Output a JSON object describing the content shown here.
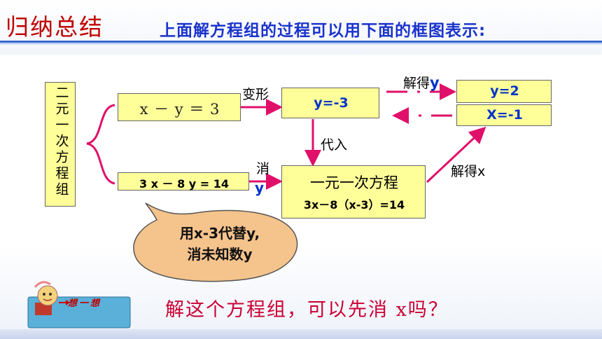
{
  "header": {
    "title": "归纳总结",
    "subtitle": "上面解方程组的过程可以用下面的框图表示:"
  },
  "diagram": {
    "system_label": "二元一次方程组",
    "eq1": "x － y ＝ 3",
    "eq2": "3 x － 8 y = 14",
    "transform_label": "变形",
    "transform_result": "y=-3",
    "substitute_label": "代入",
    "eliminate_label": "消",
    "eliminate_var": "y",
    "linear_eq_title": "一元一次方程",
    "linear_eq": "3x－8（x-3）=14",
    "solve_x_label": "解得x",
    "solve_y_label_text": "解得",
    "solve_y_label_var": "y",
    "sol_y": "y=2",
    "sol_x": "X=-1"
  },
  "bubble": {
    "line1": "用x-3代替y,",
    "line2": "消未知数y"
  },
  "think": {
    "icon_label": "想一想",
    "question": "解这个方程组，可以先消 x吗？"
  },
  "colors": {
    "accent_red": "#cc0033",
    "accent_blue": "#1a33cc",
    "box_fill": "#ffff99",
    "bubble_fill": "#f5c38c"
  }
}
